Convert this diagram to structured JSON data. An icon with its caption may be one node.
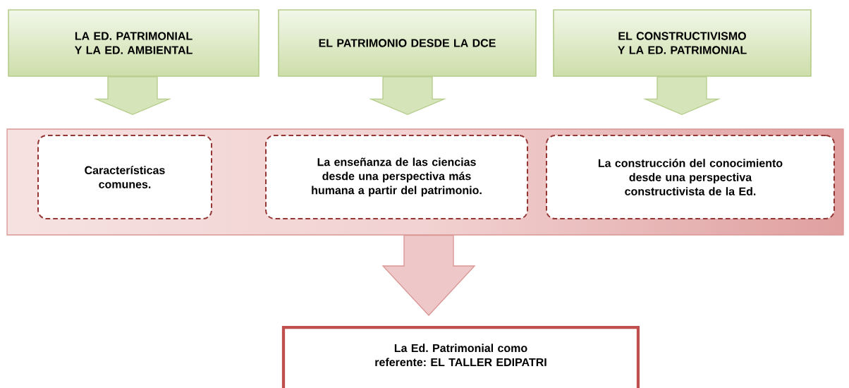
{
  "diagram": {
    "nodes": [
      {
        "text": [
          "LA ED. PATRIMONIAL Y LA ED. AMBIENTAL"
        ]
      },
      {
        "text": [
          "EL PATRIMONIO DESDE LA DCE"
        ]
      },
      {
        "text": [
          "EL CONSTRUCTIVISMO Y LA ED. PATRIMONIAL"
        ]
      },
      {
        "text": [],
        "shape": "band"
      },
      {
        "text": [
          "Características comunes."
        ],
        "in": 3
      },
      {
        "text": [
          "La enseñanza de las ciencias desde una perspectiva más humana a partir del patrimonio."
        ],
        "in": 3
      },
      {
        "text": [
          "La  construcción del conocimiento desde una perspectiva constructivista de la Ed."
        ],
        "in": 3
      },
      {
        "text": [
          "La Ed. Patrimonial como referente: EL TALLER EDIPATRI"
        ]
      }
    ],
    "edges": [
      {
        "from": 0,
        "to": 3,
        "arrow": "to"
      },
      {
        "from": 1,
        "to": 3,
        "arrow": "to"
      },
      {
        "from": 2,
        "to": 3,
        "arrow": "to"
      },
      {
        "from": 3,
        "to": 7,
        "arrow": "to"
      }
    ]
  }
}
